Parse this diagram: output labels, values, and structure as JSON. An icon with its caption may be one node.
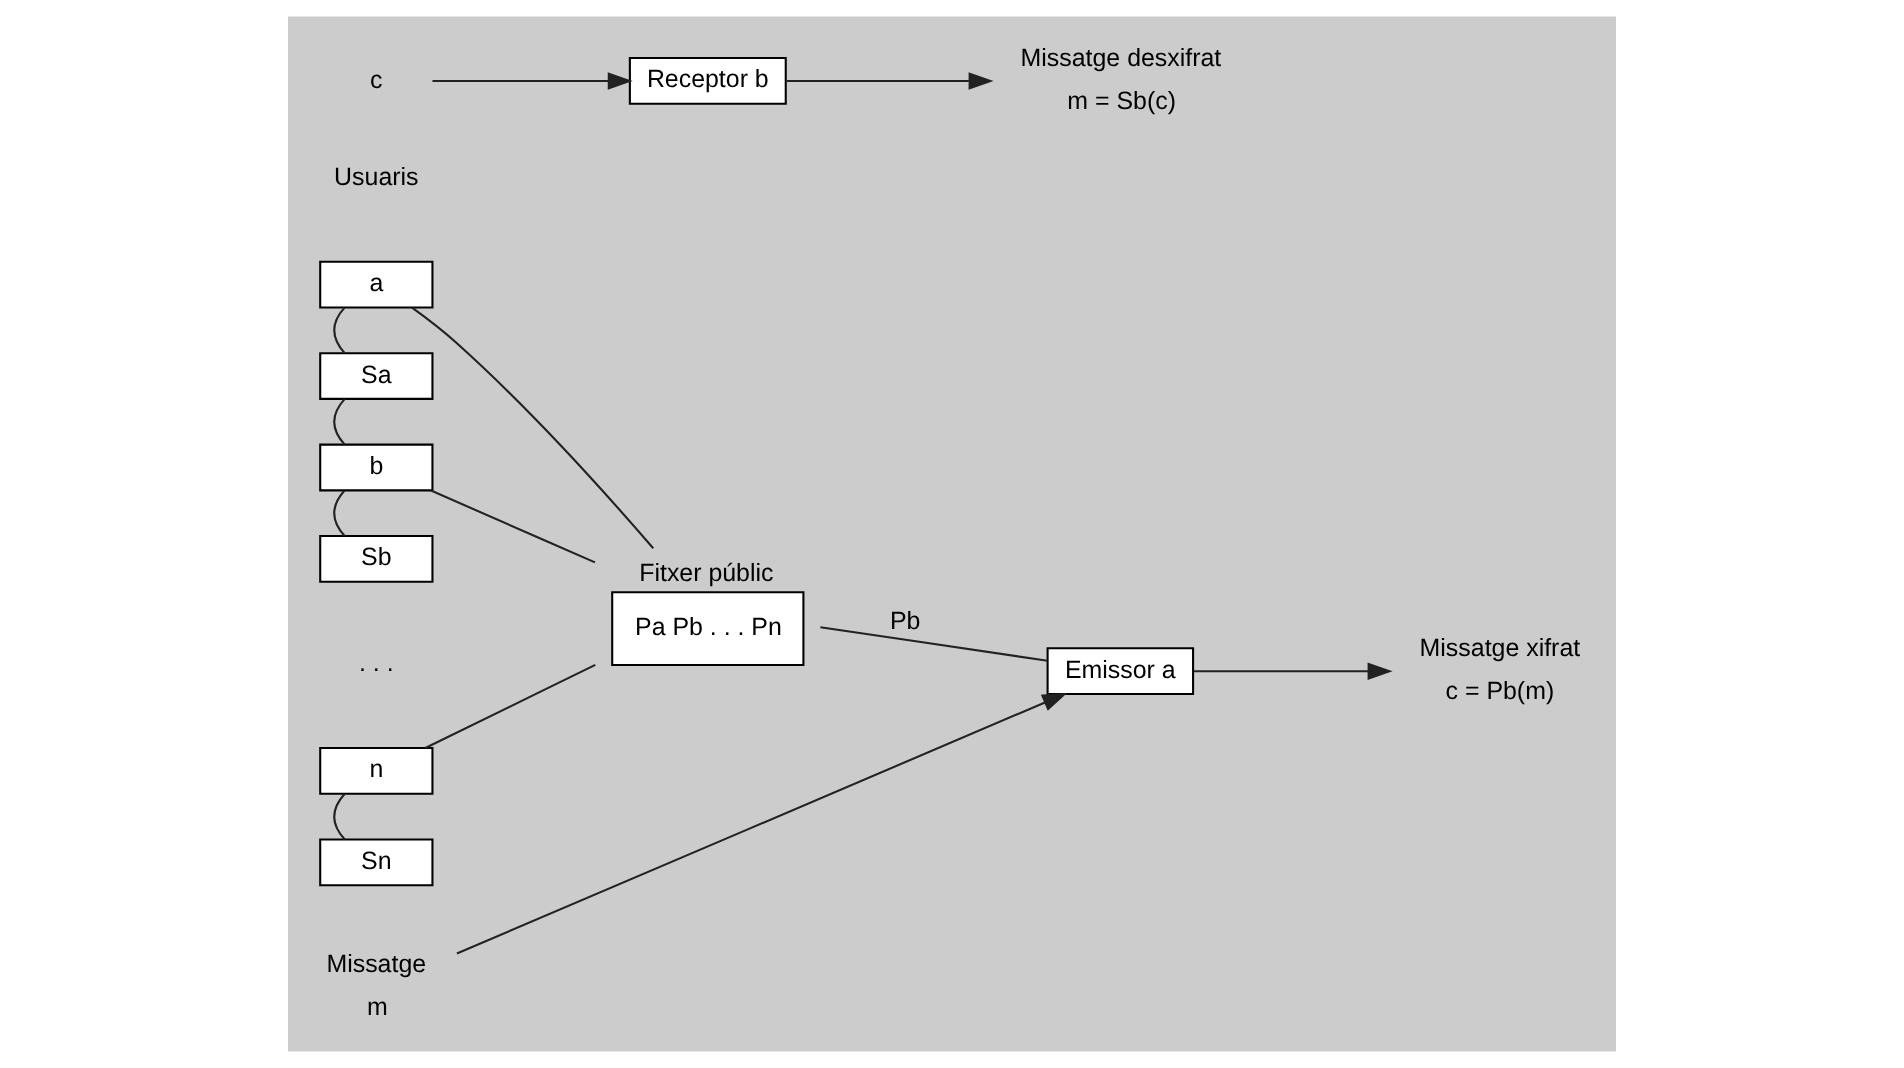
{
  "diagram": {
    "nodes": [
      {
        "text": [
          "a"
        ]
      },
      {
        "text": [
          "Sa"
        ]
      },
      {
        "text": [
          "b"
        ]
      },
      {
        "text": [
          "Sb"
        ]
      },
      {
        "text": [
          "n"
        ]
      },
      {
        "text": [
          "Sn"
        ]
      },
      {
        "text": [
          "Fitxer públic",
          "Pa Pb . . . Pn"
        ]
      },
      {
        "text": [
          "m"
        ],
        "beside": [
          "Missatge"
        ]
      },
      {
        "text": [
          "Emissor a"
        ]
      },
      {
        "text": [
          "c = Pb(m)"
        ],
        "beside": [
          "Missatge xifrat"
        ]
      },
      {
        "text": [
          "c"
        ]
      },
      {
        "text": [
          "Receptor b"
        ]
      },
      {
        "text": [
          "m = Sb(c)"
        ],
        "beside": [
          "Missatge desxifrat"
        ]
      }
    ],
    "edges": [
      {
        "from": 0,
        "to": 1,
        "arrow": "none"
      },
      {
        "from": 1,
        "to": 2,
        "arrow": "none"
      },
      {
        "from": 2,
        "to": 3,
        "arrow": "none"
      },
      {
        "from": 4,
        "to": 5,
        "arrow": "none"
      },
      {
        "from": 0,
        "to": 6,
        "arrow": "none"
      },
      {
        "from": 2,
        "to": 6,
        "arrow": "none"
      },
      {
        "from": 4,
        "to": 6,
        "arrow": "none"
      },
      {
        "from": 6,
        "to": 8,
        "arrow": "none",
        "label": "Pb"
      },
      {
        "from": 7,
        "to": 8,
        "arrow": "to"
      },
      {
        "from": 8,
        "to": 9,
        "arrow": "to"
      },
      {
        "from": 10,
        "to": 11,
        "arrow": "to"
      },
      {
        "from": 11,
        "to": 12,
        "arrow": "to"
      }
    ],
    "labels": [
      "Usuaris",
      ". . ."
    ]
  }
}
